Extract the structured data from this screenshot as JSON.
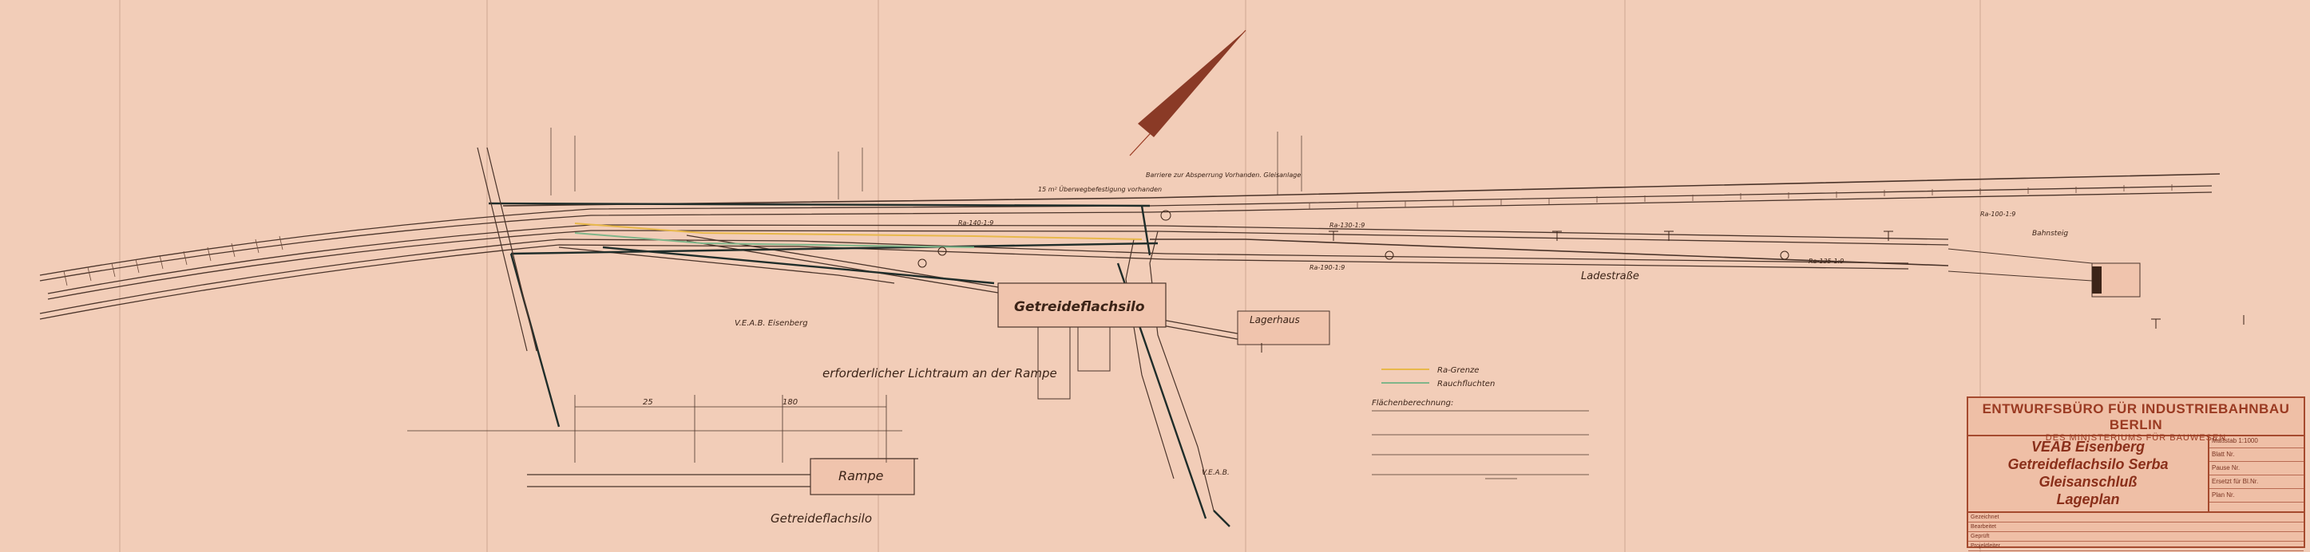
{
  "drawing": {
    "rail_labels": [
      "Ra-100-1:9",
      "Ra-130-1:9",
      "Ra-140-1:9",
      "Ra-190-1:9",
      "Ra-135-1:9"
    ],
    "label_lichtraum": "erforderlicher Lichtraum an der Rampe",
    "label_rampe": "Rampe",
    "label_getreideflachsilo_bottom": "Getreideflachsilo",
    "label_silo_box": "Getreideflachsilo",
    "label_lagerhaus": "Lagerhaus",
    "label_ladestrasse": "Ladestraße",
    "label_veab_left": "V.E.A.B. Eisenberg",
    "label_veab_bottom": "V.E.A.B.",
    "legend_grenze": "Ra-Grenze",
    "legend_fluchten": "Rauchfluchten",
    "calc_title": "Flächenberechnung:",
    "annotation_umzaeunung": "15 m² Überwegbefestigung vorhanden",
    "annotation_barriere": "Barriere zur Absperrung Vorhanden. Gleisanlage",
    "bahnsteig": "Bahnsteig",
    "dimension_25": "25",
    "dimension_180": "180"
  },
  "title_block": {
    "office": "ENTWURFSBÜRO FÜR INDUSTRIEBAHNBAU BERLIN",
    "ministry": "DES MINISTERIUMS FÜR BAUWESEN",
    "line1": "VEAB Eisenberg",
    "line2": "Getreideflachsilo Serba",
    "line3": "Gleisanschluß",
    "line4": "Lageplan",
    "side_rows": [
      "Maßstab 1:1000",
      "Blatt Nr.",
      "Pause Nr.",
      "Ersetzt für Bl.Nr.",
      "Plan Nr."
    ],
    "sign_rows": [
      "Gezeichnet",
      "Bearbeitet",
      "Geprüft",
      "Projektleiter"
    ]
  },
  "colors": {
    "paper": "#f2cdb8",
    "ink": "#3c2418",
    "title_red": "#9a3a22",
    "legend_yellow": "#e8b84a",
    "legend_green": "#7fb58a"
  }
}
